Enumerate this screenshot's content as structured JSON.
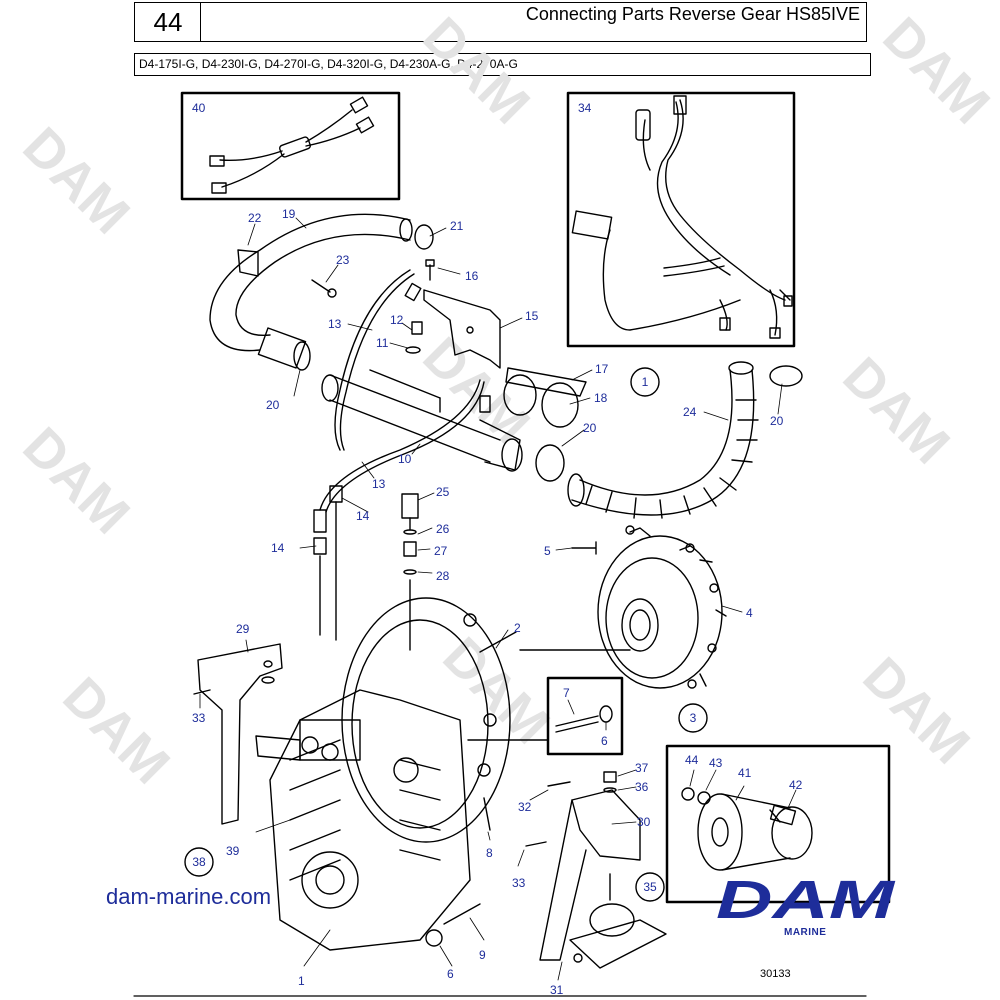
{
  "header": {
    "page_number": "44",
    "title": "Connecting Parts Reverse Gear HS85IVE",
    "models": "D4-175I-G, D4-230I-G, D4-270I-G, D4-320I-G, D4-230A-G, D4-270A-G"
  },
  "watermark": "DAM",
  "footer": {
    "website": "dam-marine.com",
    "logo_text": "DAM",
    "logo_subtext": "MARINE",
    "drawing_number": "30133"
  },
  "colors": {
    "label_blue": "#1e2d9a",
    "line": "#000000",
    "watermark": "#e3e3e3"
  },
  "part_labels": [
    {
      "id": "p40",
      "text": "40"
    },
    {
      "id": "p34",
      "text": "34"
    },
    {
      "id": "p22",
      "text": "22"
    },
    {
      "id": "p19",
      "text": "19"
    },
    {
      "id": "p21",
      "text": "21"
    },
    {
      "id": "p23",
      "text": "23"
    },
    {
      "id": "p16",
      "text": "16"
    },
    {
      "id": "p13a",
      "text": "13"
    },
    {
      "id": "p12",
      "text": "12"
    },
    {
      "id": "p15",
      "text": "15"
    },
    {
      "id": "p11",
      "text": "11"
    },
    {
      "id": "p20a",
      "text": "20"
    },
    {
      "id": "p17",
      "text": "17"
    },
    {
      "id": "p18",
      "text": "18"
    },
    {
      "id": "p20b",
      "text": "20"
    },
    {
      "id": "p24",
      "text": "24"
    },
    {
      "id": "p20c",
      "text": "20"
    },
    {
      "id": "p10",
      "text": "10"
    },
    {
      "id": "p13b",
      "text": "13"
    },
    {
      "id": "p25",
      "text": "25"
    },
    {
      "id": "p14a",
      "text": "14"
    },
    {
      "id": "p14b",
      "text": "14"
    },
    {
      "id": "p26",
      "text": "26"
    },
    {
      "id": "p27",
      "text": "27"
    },
    {
      "id": "p28",
      "text": "28"
    },
    {
      "id": "p5",
      "text": "5"
    },
    {
      "id": "p4",
      "text": "4"
    },
    {
      "id": "p29",
      "text": "29"
    },
    {
      "id": "p2",
      "text": "2"
    },
    {
      "id": "p33a",
      "text": "33"
    },
    {
      "id": "p7",
      "text": "7"
    },
    {
      "id": "p6a",
      "text": "6"
    },
    {
      "id": "p44",
      "text": "44"
    },
    {
      "id": "p43",
      "text": "43"
    },
    {
      "id": "p41",
      "text": "41"
    },
    {
      "id": "p42",
      "text": "42"
    },
    {
      "id": "p37",
      "text": "37"
    },
    {
      "id": "p36",
      "text": "36"
    },
    {
      "id": "p32",
      "text": "32"
    },
    {
      "id": "p30",
      "text": "30"
    },
    {
      "id": "p39",
      "text": "39"
    },
    {
      "id": "p8",
      "text": "8"
    },
    {
      "id": "p33b",
      "text": "33"
    },
    {
      "id": "p9",
      "text": "9"
    },
    {
      "id": "p1",
      "text": "1"
    },
    {
      "id": "p6b",
      "text": "6"
    },
    {
      "id": "p31",
      "text": "31"
    }
  ],
  "circled_refs": [
    {
      "id": "c1",
      "text": "1"
    },
    {
      "id": "c3",
      "text": "3"
    },
    {
      "id": "c38",
      "text": "38"
    },
    {
      "id": "c35",
      "text": "35"
    }
  ]
}
